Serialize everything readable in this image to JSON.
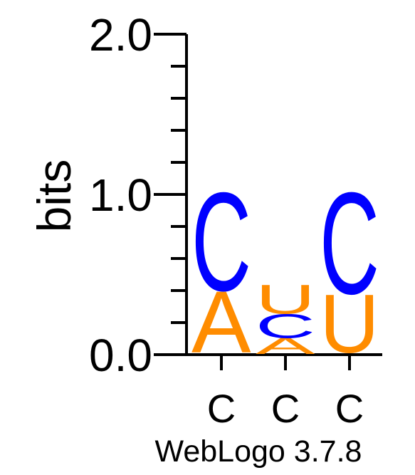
{
  "chart_data": {
    "type": "sequence_logo",
    "ylabel": "bits",
    "ylim": [
      0,
      2
    ],
    "yticks": [
      {
        "value": 0,
        "label": "0.0"
      },
      {
        "value": 1,
        "label": "1.0"
      },
      {
        "value": 2,
        "label": "2.0"
      }
    ],
    "minor_tick_step": 0.2,
    "positions": [
      "C",
      "C",
      "C"
    ],
    "stacks": [
      [
        {
          "letter": "A",
          "height": 0.38,
          "color": "#ff8c00"
        },
        {
          "letter": "C",
          "height": 0.61,
          "color": "#0000ff"
        }
      ],
      [
        {
          "letter": "A",
          "height": 0.1,
          "color": "#ff8c00"
        },
        {
          "letter": "C",
          "height": 0.15,
          "color": "#0000ff"
        },
        {
          "letter": "U",
          "height": 0.18,
          "color": "#ff8c00"
        }
      ],
      [
        {
          "letter": "U",
          "height": 0.36,
          "color": "#ff8c00"
        },
        {
          "letter": "C",
          "height": 0.63,
          "color": "#0000ff"
        }
      ]
    ]
  },
  "footer": {
    "credit": "WebLogo 3.7.8"
  }
}
